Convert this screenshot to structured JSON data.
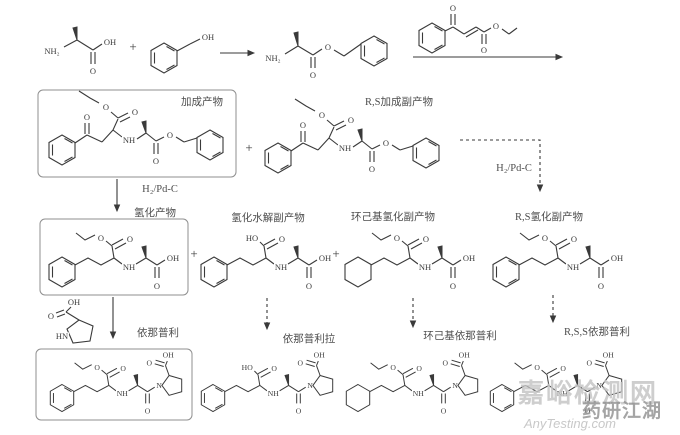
{
  "atoms": {
    "O": "O",
    "OH": "OH",
    "HO": "HO",
    "NH": "NH",
    "NH2": "NH₂",
    "N": "N",
    "HN": "HN"
  },
  "ops": {
    "plus": "+"
  },
  "labels": {
    "addition_product": "加成产物",
    "rs_addition_byproduct": "R,S加成副产物",
    "hydrogenation_product": "氢化产物",
    "hydrolysis_byproduct": "氢化水解副产物",
    "cyclohexyl_hydrogenation_byproduct": "环己基氢化副产物",
    "rs_hydrogenation_byproduct": "R,S氢化副产物",
    "enalapril": "依那普利",
    "enalaprilat": "依那普利拉",
    "cyclohexyl_enalapril": "环己基依那普利",
    "rss_enalapril": "R,S,S依那普利",
    "h2pdc": "H₂/Pd-C"
  },
  "watermark": {
    "site": "嘉峪检测网",
    "brand": "药研江湖",
    "url": "AnyTesting.com"
  },
  "colors": {
    "line": "#3a3a3a",
    "label": "#4d4d4d",
    "box_border": "#8f8f8f",
    "watermark_light": "#c6c6c6",
    "watermark_dark": "#8f8f8f",
    "background": "#ffffff"
  }
}
